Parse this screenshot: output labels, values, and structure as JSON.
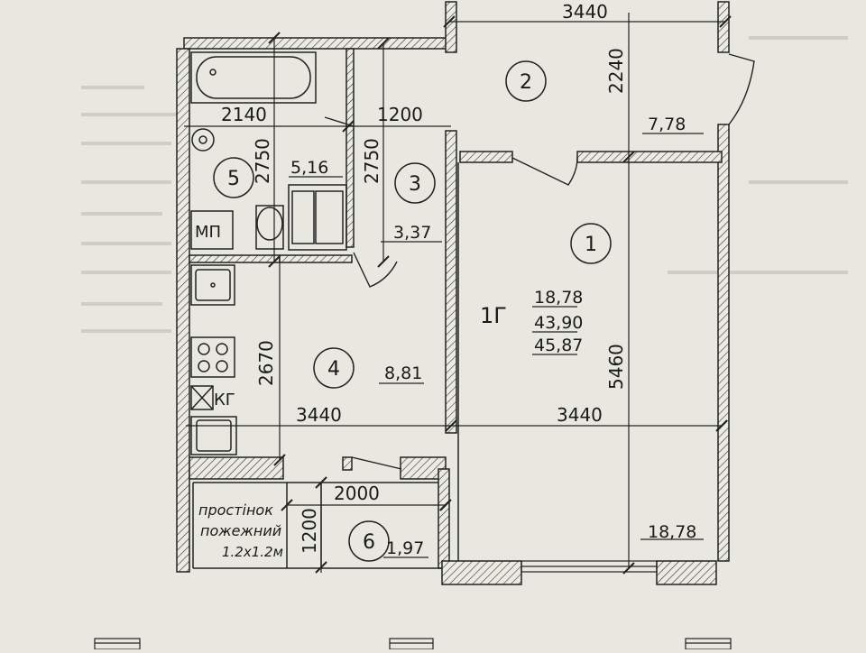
{
  "rooms": [
    {
      "number": "1",
      "area": "18,78"
    },
    {
      "number": "2",
      "area": "7,78"
    },
    {
      "number": "3",
      "area": "3,37"
    },
    {
      "number": "4",
      "area": "8,81"
    },
    {
      "number": "5",
      "area": "5,16"
    },
    {
      "number": "6",
      "area": "1,97"
    }
  ],
  "apartment": {
    "type": "1Г",
    "living_area": "18,78",
    "total_area_net": "43,90",
    "total_area": "45,87"
  },
  "dimensions": {
    "top_corridor_width": "3440",
    "corridor_depth": "2240",
    "bath_width": "2140",
    "wc_width": "1200",
    "bath_depth": "2750",
    "wc_depth": "2750",
    "kitchen_depth": "2670",
    "kitchen_width": "3440",
    "living_width": "3440",
    "living_depth": "5460",
    "balcony_width": "2000",
    "balcony_depth": "1200"
  },
  "labels": {
    "mp": "МП",
    "kg": "КГ",
    "fire_gap_line1": "простінок",
    "fire_gap_line2": "пожежний",
    "fire_gap_line3": "1.2х1.2м"
  }
}
